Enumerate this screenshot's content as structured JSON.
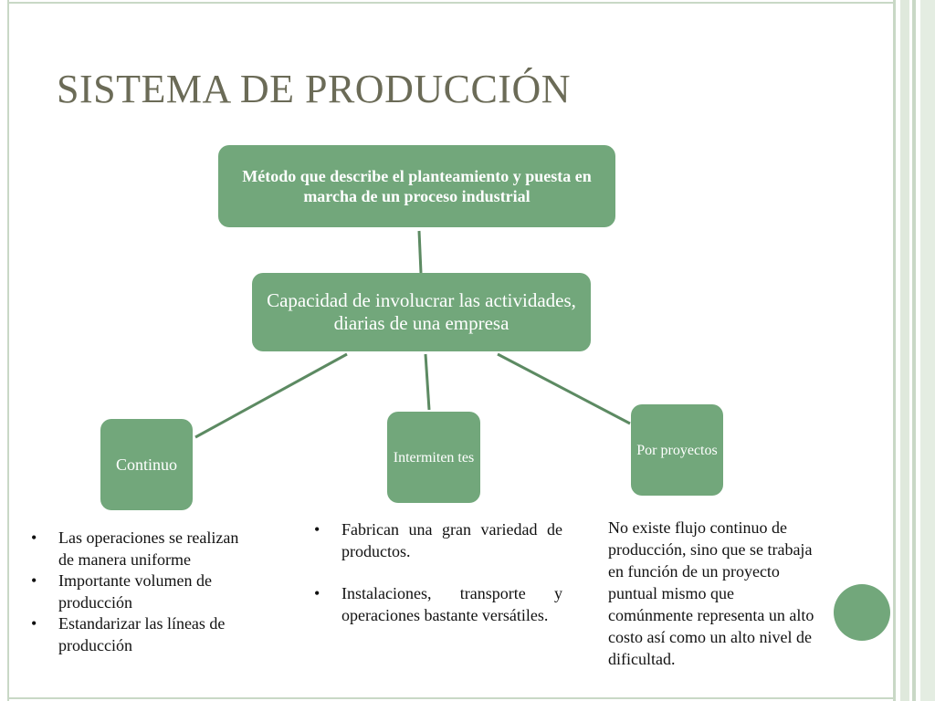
{
  "slide": {
    "title": "SISTEMA DE PRODUCCIÓN",
    "nodes": {
      "top": "Método que describe el planteamiento y puesta en marcha de un proceso industrial",
      "middle": "Capacidad de involucrar las actividades, diarias  de una empresa",
      "left": "Continuo",
      "center": "Intermiten tes",
      "right": "Por proyectos"
    },
    "continuo_points": [
      "Las operaciones se realizan de manera uniforme",
      "Importante volumen de producción",
      "Estandarizar las líneas de producción"
    ],
    "intermitentes_points": [
      "Fabrican una gran variedad de productos.",
      "Instalaciones, transporte y operaciones bastante versátiles."
    ],
    "proyectos_text": "No existe flujo continuo de producción, sino que se trabaja en función de un proyecto puntual mismo que comúnmente representa un alto costo así como un alto nivel de dificultad."
  },
  "colors": {
    "box": "#72a77b",
    "connector": "#5c8a62",
    "title": "#6b6b57",
    "frame": "#c9d8c6"
  }
}
